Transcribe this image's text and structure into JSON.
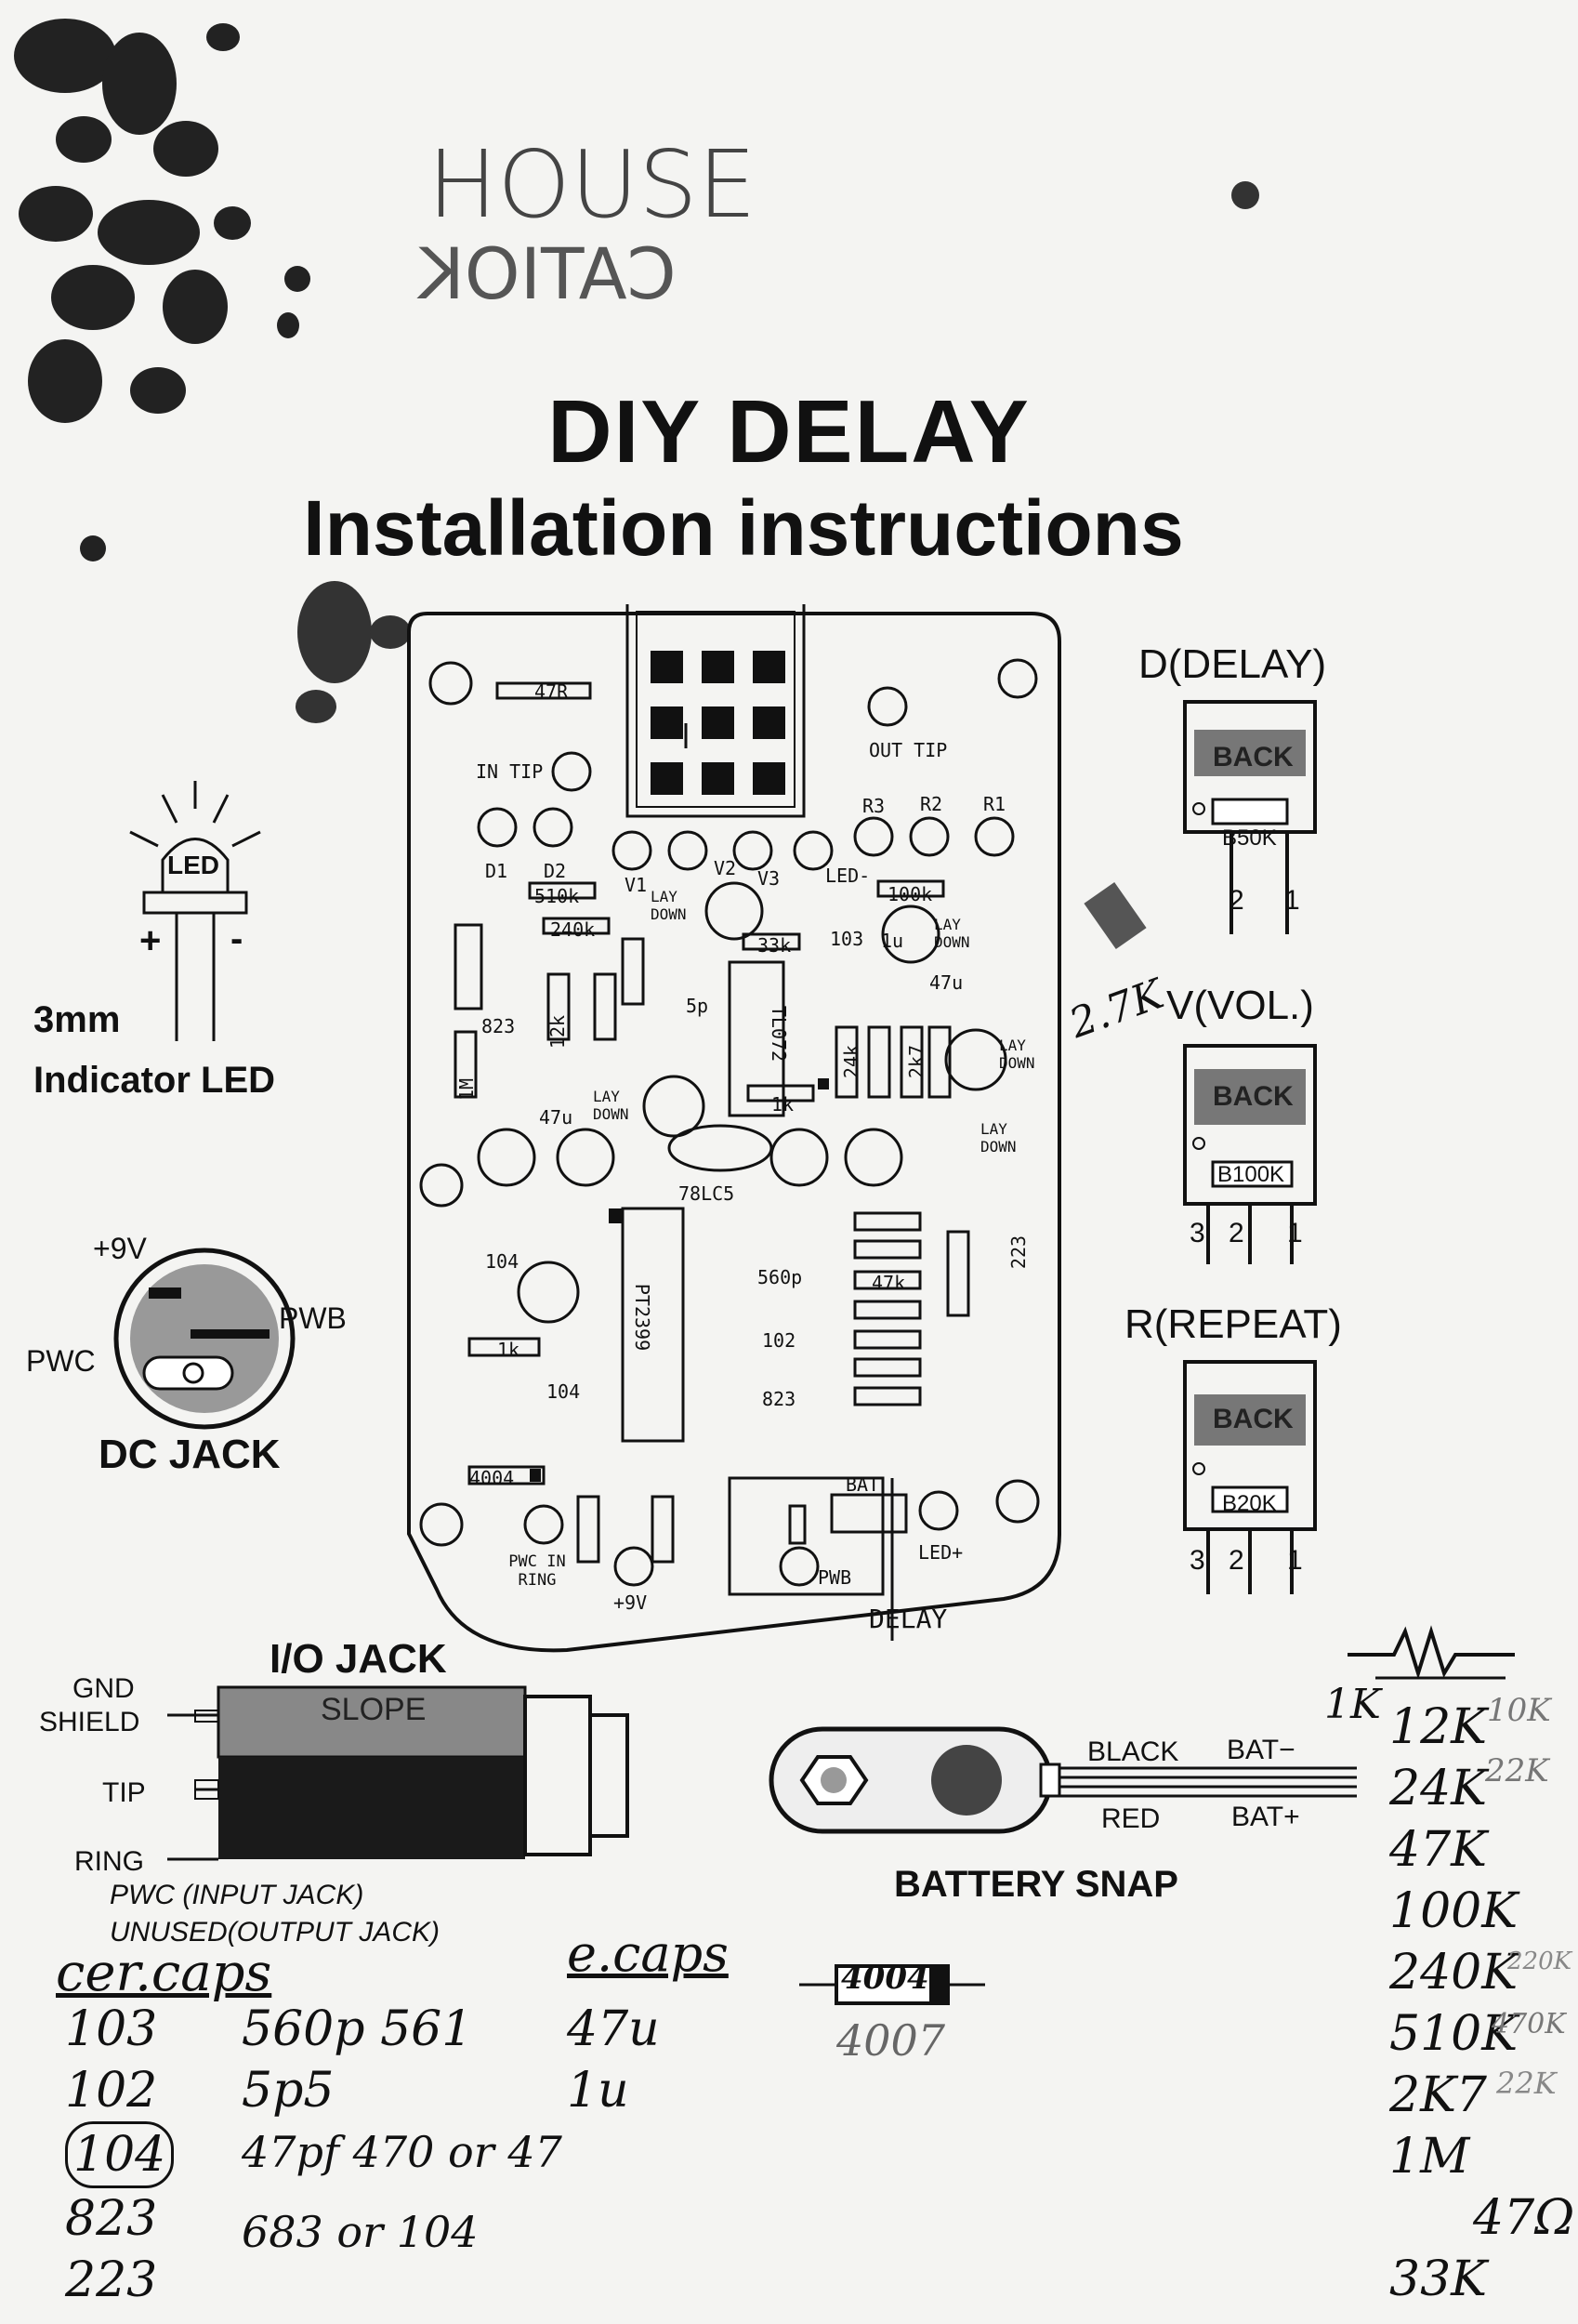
{
  "header": {
    "handwritten_top": "HOUSE",
    "handwritten_mirrored": "CATIOK",
    "title_line1": "DIY DELAY",
    "title_line2": "Installation instructions"
  },
  "led": {
    "chip_label": "LED",
    "plus": "+",
    "minus": "-",
    "size": "3mm",
    "caption": "Indicator LED"
  },
  "dc_jack": {
    "plus9v": "+9V",
    "pwb": "PWB",
    "pwc": "PWC",
    "caption": "DC JACK"
  },
  "pcb": {
    "labels": {
      "r47": "47R",
      "in_tip": "IN TIP",
      "out_tip": "OUT TIP",
      "r3": "R3",
      "r2": "R2",
      "r1": "R1",
      "d1": "D1",
      "d2": "D2",
      "v1": "V1",
      "v2": "V2",
      "v3": "V3",
      "led_minus": "LED-",
      "r510k": "510k",
      "r240k": "240k",
      "r100k": "100k",
      "r33k": "33k",
      "lay_down": "LAY DOWN",
      "c823a": "823",
      "c103": "103",
      "u1": "1u",
      "c47u": "47u",
      "c5p": "5p",
      "tl072": "TL072",
      "r12k": "12k",
      "r24k": "24k",
      "r2k7": "2k7",
      "r1k": "1k",
      "r1m": "1M",
      "c104": "104",
      "c47": "47u",
      "l78": "78LC5",
      "c560p": "560p",
      "r47k": "47k",
      "c102": "102",
      "c823": "823",
      "c223": "223",
      "pt2399": "PT2399",
      "d4004": "4004",
      "bat": "BAT",
      "pwc_in_ring": "PWC IN RING",
      "plus9v": "+9V",
      "pwb": "PWB",
      "led_plus": "LED+",
      "delay": "DELAY"
    }
  },
  "pots": [
    {
      "caption": "D(DELAY)",
      "back": "BACK",
      "value": "B50K",
      "pins": [
        "2",
        "1"
      ]
    },
    {
      "caption": "V(VOL.)",
      "back": "BACK",
      "value": "B100K",
      "pins": [
        "3",
        "2",
        "1"
      ]
    },
    {
      "caption": "R(REPEAT)",
      "back": "BACK",
      "value": "B20K",
      "pins": [
        "3",
        "2",
        "1"
      ]
    }
  ],
  "handwritten_side": "2.7K",
  "io_jack": {
    "caption": "I/O JACK",
    "slope": "SLOPE",
    "gnd": "GND",
    "shield": "SHIELD",
    "tip": "TIP",
    "ring": "RING",
    "pwc_input": "PWC (INPUT JACK)",
    "unused_output": "UNUSED(OUTPUT JACK)"
  },
  "battery": {
    "black": "BLACK",
    "red": "RED",
    "bat_minus": "BAT−",
    "bat_plus": "BAT+",
    "caption": "BATTERY SNAP"
  },
  "notes": {
    "cer_caps_heading": "cer.caps",
    "cer_caps": [
      "103",
      "102",
      "104",
      "823",
      "223"
    ],
    "cer_caps_alt": [
      "560p 561",
      "5p5",
      "47pf 470 or 47",
      "683 or 104"
    ],
    "e_caps_heading": "e.caps",
    "e_caps": [
      "47u",
      "1u"
    ],
    "diode": "4004",
    "diode_alt": "4007",
    "resistors_left": "1K",
    "resistors": [
      "12K",
      "24K",
      "47K",
      "100K",
      "240K",
      "510K",
      "2K7",
      "1M",
      "47Ω",
      "33K"
    ],
    "resistors_alt": [
      "10K",
      "22K",
      "220K",
      "470K",
      "22K"
    ]
  }
}
